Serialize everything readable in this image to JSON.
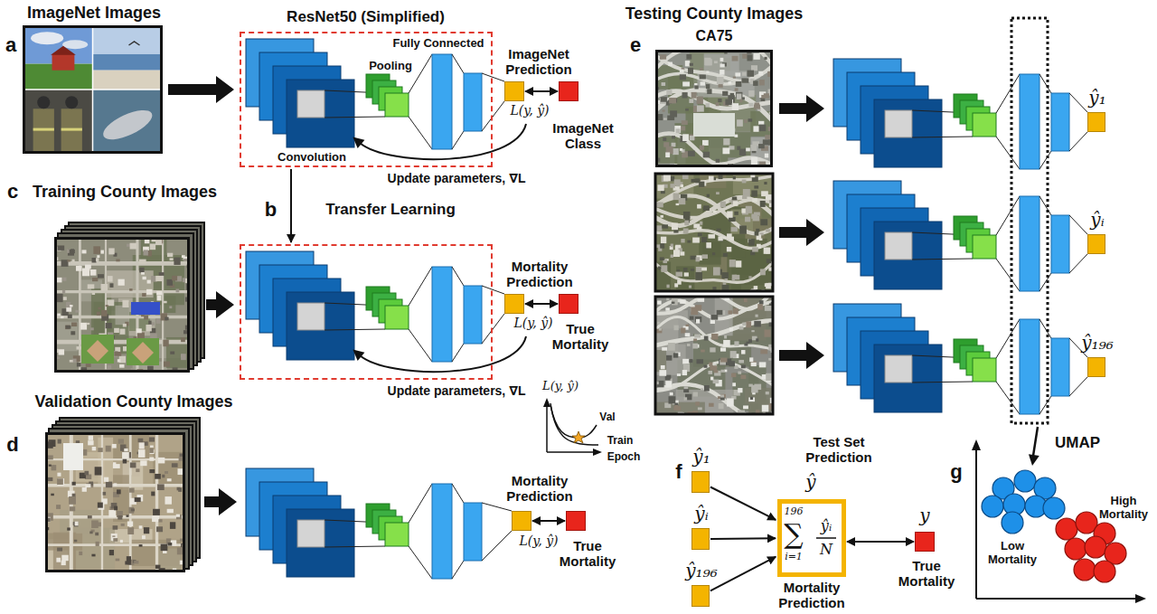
{
  "diagram": {
    "nodes": [
      {
        "text": [
          "ImageNet Images"
        ]
      },
      {
        "text": [
          "ResNet50 (Simplified)"
        ]
      },
      {
        "text": [
          "ImageNet Prediction"
        ]
      },
      {
        "text": [
          "ImageNet Class"
        ]
      },
      {
        "text": [
          "Training County Images"
        ]
      },
      {
        "text": [
          "b"
        ]
      },
      {
        "text": [
          "Mortality Prediction"
        ]
      },
      {
        "text": [
          "True Mortality"
        ]
      },
      {
        "text": [
          "Validation County Images"
        ]
      },
      {
        "text": [
          "Mortality Prediction"
        ]
      },
      {
        "text": [
          "True Mortality"
        ]
      },
      {
        "text": [
          "Testing County Images",
          "CA75"
        ]
      },
      {
        "text": [
          "ŷ₁"
        ]
      },
      {
        "text": [
          "ŷᵢ"
        ]
      },
      {
        "text": [
          "ŷ₁₉₆"
        ]
      },
      {
        "text": [
          "ŷ₁"
        ]
      },
      {
        "text": [
          "ŷᵢ"
        ]
      },
      {
        "text": [
          "ŷ₁₉₆"
        ]
      },
      {
        "text": [
          "Test Set Prediction",
          "ŷ",
          "196",
          "∑",
          "i=1",
          "ŷᵢ",
          "N",
          "Mortality Prediction"
        ]
      },
      {
        "text": [
          "y",
          "True Mortality"
        ]
      }
    ],
    "edges": [
      {
        "from": 0,
        "to": 1,
        "arrow": "to"
      },
      {
        "from": 2,
        "to": 3,
        "arrow": "both",
        "label": "L(y, ŷ)"
      },
      {
        "from": 1,
        "to": 5,
        "arrow": "to",
        "label": "Transfer Learning"
      },
      {
        "from": 4,
        "to": 5,
        "arrow": "to"
      },
      {
        "from": 6,
        "to": 7,
        "arrow": "both",
        "label": "L(y, ŷ)"
      },
      {
        "from": 9,
        "to": 10,
        "arrow": "both",
        "label": "L(y, ŷ)"
      },
      {
        "from": 15,
        "to": 18,
        "arrow": "to"
      },
      {
        "from": 16,
        "to": 18,
        "arrow": "to"
      },
      {
        "from": 17,
        "to": 18,
        "arrow": "to"
      },
      {
        "from": 18,
        "to": 19,
        "arrow": "both"
      }
    ],
    "labels": [
      "a",
      "Pooling",
      "Fully Connected",
      "Convolution",
      "Update parameters, ∇L",
      "c",
      "Update parameters, ∇L",
      "L(y, ŷ)",
      "Val",
      "Train",
      "Epoch",
      "d",
      "e",
      "f",
      "g",
      "UMAP",
      "Low Mortality",
      "High Mortality"
    ]
  }
}
